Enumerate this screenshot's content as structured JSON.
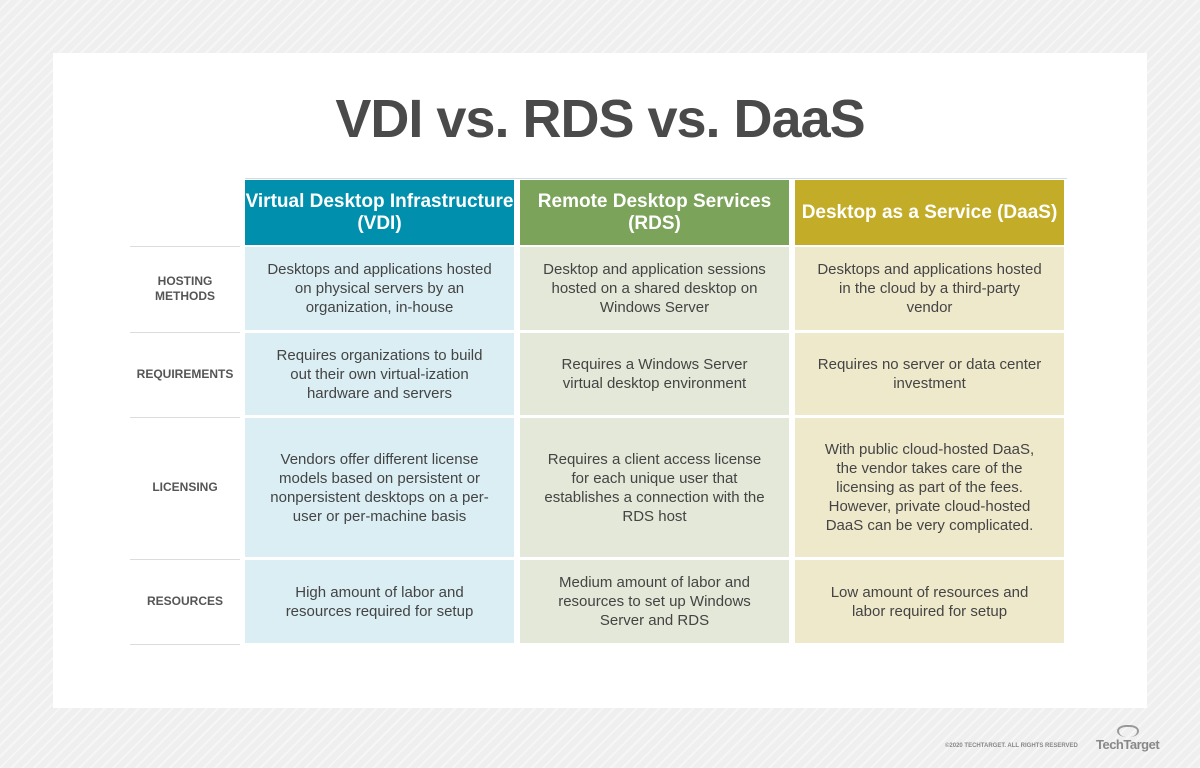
{
  "title": "VDI vs. RDS vs. DaaS",
  "columns": [
    {
      "header": "Virtual Desktop Infrastructure (VDI)",
      "color": "#0090ad",
      "bg": "#daeef4"
    },
    {
      "header": "Remote Desktop Services (RDS)",
      "color": "#7ba35a",
      "bg": "#e3e8d8"
    },
    {
      "header": "Desktop as a Service (DaaS)",
      "color": "#c3ad28",
      "bg": "#efe9cc"
    }
  ],
  "rows": [
    {
      "label": "HOSTING METHODS",
      "cells": [
        "Desktops and applications hosted on physical servers by an organization, in-house",
        "Desktop and application sessions hosted on a shared desktop on Windows Server",
        "Desktops and applications hosted in the cloud by a third-party vendor"
      ]
    },
    {
      "label": "REQUIREMENTS",
      "cells": [
        "Requires organizations to build out their own virtual-ization hardware and servers",
        "Requires a Windows Server virtual desktop environment",
        "Requires no server or data center investment"
      ]
    },
    {
      "label": "LICENSING",
      "cells": [
        "Vendors offer different license models based on persistent or nonpersistent desktops on a per-user or per-machine basis",
        "Requires a client access license for each unique user that establishes a connection with the RDS host",
        "With public cloud-hosted DaaS, the vendor takes care of the licensing as part of the fees. However, private cloud-hosted DaaS can be very complicated."
      ]
    },
    {
      "label": "RESOURCES",
      "cells": [
        "High amount of labor and resources required for setup",
        "Medium amount of labor and resources to set up Windows Server and RDS",
        "Low amount of resources and labor required for setup"
      ]
    }
  ],
  "footer": {
    "copyright": "©2020 TECHTARGET. ALL RIGHTS RESERVED",
    "logo": "TechTarget"
  }
}
